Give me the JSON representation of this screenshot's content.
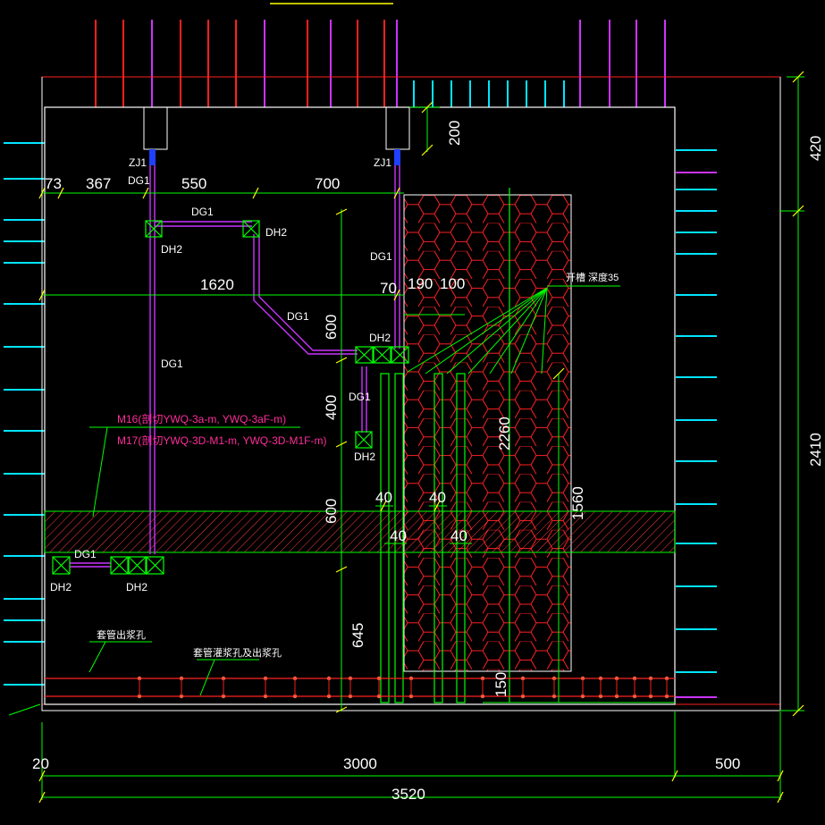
{
  "colors": {
    "background": "#000000",
    "dimension": "#00ff00",
    "outline_white": "#ffffff",
    "outline_red": "#ff2020",
    "pipe_magenta": "#cc33ff",
    "rebar_cyan": "#00e5ff",
    "note_text": "#ff2d9b",
    "hatch_band": "#ff3b3b",
    "hex_fill": "#ff2020",
    "level": "#ffff00"
  },
  "labels": {
    "zj1_left": "ZJ1",
    "dg1_top_left": "DG1",
    "zj1_right": "ZJ1",
    "dg1_horizontal": "DG1",
    "dh2_top_left": "DH2",
    "dh2_top_mid": "DH2",
    "dg1_right_vertical": "DG1",
    "dg1_diagonal": "DG1",
    "dh2_triple": "DH2",
    "dg1_left_vertical": "DG1",
    "dg1_short": "DG1",
    "dh2_single": "DH2",
    "dg1_bottom": "DG1",
    "dh2_bottom_left": "DH2",
    "dh2_bottom_mid": "DH2"
  },
  "annotations": {
    "spacing_note": "开槽 深度35",
    "magenta_note_1": "M16(剖切YWQ-3a-m, YWQ-3aF-m)",
    "magenta_note_2": "M17(剖切YWQ-3D-M1-m, YWQ-3D-M1F-m)",
    "sleeve_out": "套管出浆孔",
    "sleeve_in": "套管灌浆孔及出浆孔"
  },
  "dimensions": {
    "d73": "73",
    "d367": "367",
    "d550": "550",
    "d700": "700",
    "d200": "200",
    "d1620": "1620",
    "d70": "70",
    "d190": "190",
    "d100": "100",
    "d600a": "600",
    "d400": "400",
    "d600b": "600",
    "d645": "645",
    "d2260": "2260",
    "d1560": "1560",
    "d40a": "40",
    "d40b": "40",
    "d40c": "40",
    "d40d": "40",
    "d150": "150",
    "d420": "420",
    "d2410": "2410",
    "d20": "20",
    "d3000": "3000",
    "d500": "500",
    "d3520": "3520"
  }
}
